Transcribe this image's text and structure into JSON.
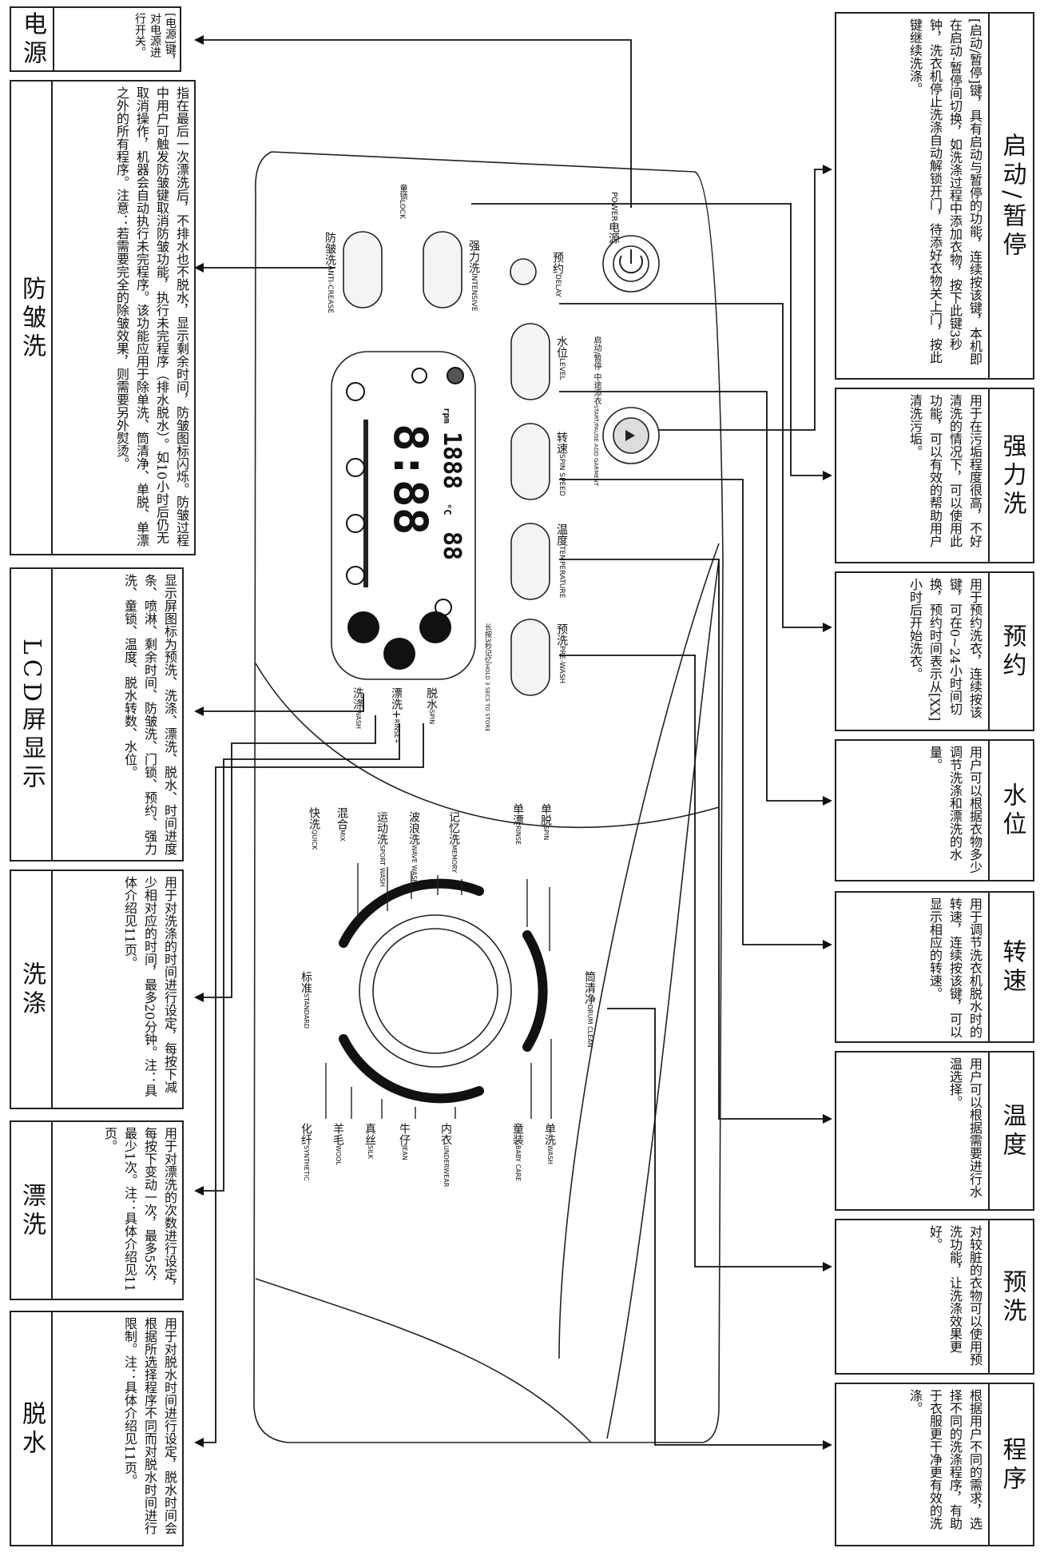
{
  "callouts": {
    "power": {
      "title": "电源",
      "body": "[电源]键，对电源进行开关。"
    },
    "anti_crease": {
      "title": "防皱洗",
      "body": "指在最后一次漂洗后，不排水也不脱水，显示剩余时间，防皱图标闪烁。防皱过程中用户可触发防皱键取消防皱功能，执行未完程序（排水脱水）。如10小时后仍无取消操作，机器会自动执行未完程序。该功能应用于除单洗、筒清净、单脱、单漂之外的所有程序。注意：若需要完全的除皱效果，则需要另外熨烫。"
    },
    "lcd": {
      "title": "LCD屏显示",
      "body": "显示屏图标为预洗、洗涤、漂洗、脱水、时间进度条、喷淋、剩余时间、防皱洗、门锁、预约、强力洗、童锁、温度、脱水转数、水位。"
    },
    "wash": {
      "title": "洗涤",
      "body": "用于对洗涤的时间进行设定，每按下减少相对应的时间，最多20分钟。注：具体介绍见11页。"
    },
    "rinse": {
      "title": "漂洗",
      "body": "用于对漂洗的次数进行设定，每按下变动一次，最多5次，最少1次。注：具体介绍见11页。"
    },
    "spin": {
      "title": "脱水",
      "body": "用于对脱水时间进行设定，脱水时间会根据所选择程序不同而对脱水时间进行限制。注：具体介绍见11页。"
    },
    "start_pause": {
      "title": "启动/暂停",
      "body": "[启动/暂停]键，具有启动与暂停的功能，连续按该键，本机即在启动-暂停间切换，如洗涤过程中添加衣物，按下此键3秒钟，洗衣机停止洗涤自动解锁开门，待添好衣物关上门，按此键继续洗涤。"
    },
    "intensive": {
      "title": "强力洗",
      "body": "用于在污垢程度很高，不好清洗的情况下，可以使用此功能，可以有效的帮助用户清洗污垢。"
    },
    "delay": {
      "title": "预约",
      "body": "用于预约洗衣，连续按该键，可在0~24小时间切换，预约时间表示从[XX]小时后开始洗衣。"
    },
    "level": {
      "title": "水位",
      "body": "用户可以根据衣物多少调节洗涤和漂洗的水量。"
    },
    "speed": {
      "title": "转速",
      "body": "用于调节洗衣机脱水时的转速，连续按该键，可以显示相应的转速。"
    },
    "temperature": {
      "title": "温度",
      "body": "用户可以根据需要进行水温选择。"
    },
    "prewash": {
      "title": "预洗",
      "body": "对较脏的衣物可以使用预洗功能，让洗涤效果更好。"
    },
    "program": {
      "title": "程序",
      "body": "根据用户不同的需求，选择不同的洗涤程序，有助于衣服更干净更有效的洗涤。"
    }
  },
  "panel": {
    "power": {
      "cn": "电源",
      "en": "POWER"
    },
    "anti_crease": {
      "cn": "防皱洗",
      "en": "ANTI-CREASE"
    },
    "intensive": {
      "cn": "强力洗",
      "en": "INTENSIVE"
    },
    "lock": {
      "cn": "童锁",
      "en": "LOCK"
    },
    "delay": {
      "cn": "预约",
      "en": "DELAY"
    },
    "level": {
      "cn": "水位",
      "en": "LEVEL"
    },
    "start_pause": {
      "cn": "启动/暂停 中途添衣",
      "en": "START/PAUSE ADD GARMENT"
    },
    "speed": {
      "cn": "转速",
      "en": "SPIN SPEED"
    },
    "temperature": {
      "cn": "温度",
      "en": "TEMPERATURE"
    },
    "prewash": {
      "cn": "预洗",
      "en": "PRE-WASH"
    },
    "hold_store": {
      "cn": "长按3秒记忆",
      "en": "HOLD 3 SECS TO STORE"
    },
    "lcd_time": "8:88",
    "lcd_rpm": "1888",
    "lcd_rpm_unit": "rpm",
    "lcd_temp": "88",
    "lcd_temp_unit": "°C",
    "wash": {
      "cn": "洗涤",
      "en": "WASH"
    },
    "rinse": {
      "cn": "漂洗+",
      "en": "RINSE+"
    },
    "spin": {
      "cn": "脱水",
      "en": "SPIN"
    }
  },
  "programs": [
    {
      "cn": "快洗",
      "en": "QUICK"
    },
    {
      "cn": "混合",
      "en": "MIX"
    },
    {
      "cn": "运动洗",
      "en": "SPORT WASH"
    },
    {
      "cn": "波浪洗",
      "en": "WAVE WASH"
    },
    {
      "cn": "记忆洗",
      "en": "MEMORY"
    },
    {
      "cn": "单漂",
      "en": "RINSE"
    },
    {
      "cn": "单脱",
      "en": "SPIN"
    },
    {
      "cn": "筒清净",
      "en": "DRUM CLEAN"
    },
    {
      "cn": "标准",
      "en": "STANDARD"
    },
    {
      "cn": "化纤",
      "en": "SYNTHETIC"
    },
    {
      "cn": "羊毛",
      "en": "WOOL"
    },
    {
      "cn": "真丝",
      "en": "SILK"
    },
    {
      "cn": "牛仔",
      "en": "JEAN"
    },
    {
      "cn": "内衣",
      "en": "UNDERWEAR"
    },
    {
      "cn": "童装",
      "en": "BABY CARE"
    },
    {
      "cn": "单洗",
      "en": "WASH"
    }
  ]
}
